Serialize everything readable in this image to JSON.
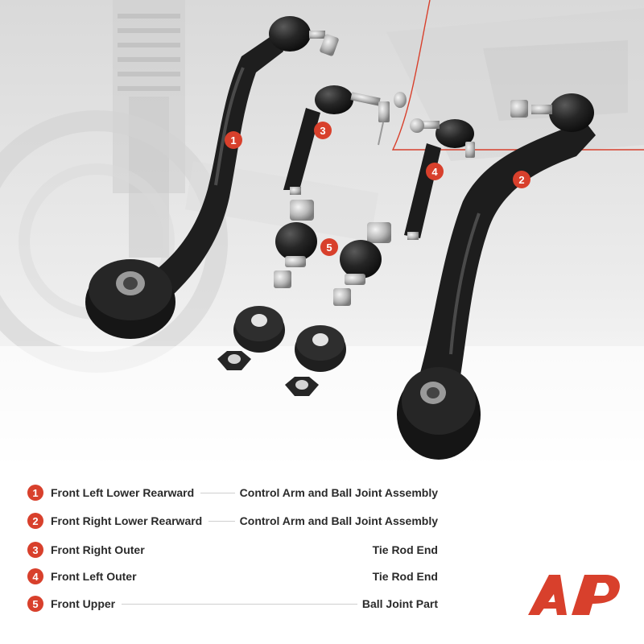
{
  "callouts": [
    {
      "number": "1"
    },
    {
      "number": "2"
    },
    {
      "number": "3"
    },
    {
      "number": "4"
    },
    {
      "number": "5"
    }
  ],
  "legend": [
    {
      "number": "1",
      "position": "Front Left Lower Rearward",
      "part": "Control Arm and Ball Joint Assembly"
    },
    {
      "number": "2",
      "position": "Front Right Lower Rearward",
      "part": "Control Arm and Ball Joint Assembly"
    },
    {
      "number": "3",
      "position": "Front Right Outer",
      "part": "Tie Rod End"
    },
    {
      "number": "4",
      "position": "Front Left Outer",
      "part": "Tie Rod End"
    },
    {
      "number": "5",
      "position": "Front Upper",
      "part": "Ball Joint Part"
    }
  ],
  "colors": {
    "accent": "#d8402c",
    "text": "#2a2a2a",
    "part_black": "#1d1d1d",
    "background_tint": "#e7e7e7"
  },
  "icons": {
    "brand_logo": "a-premium-logo-icon"
  }
}
